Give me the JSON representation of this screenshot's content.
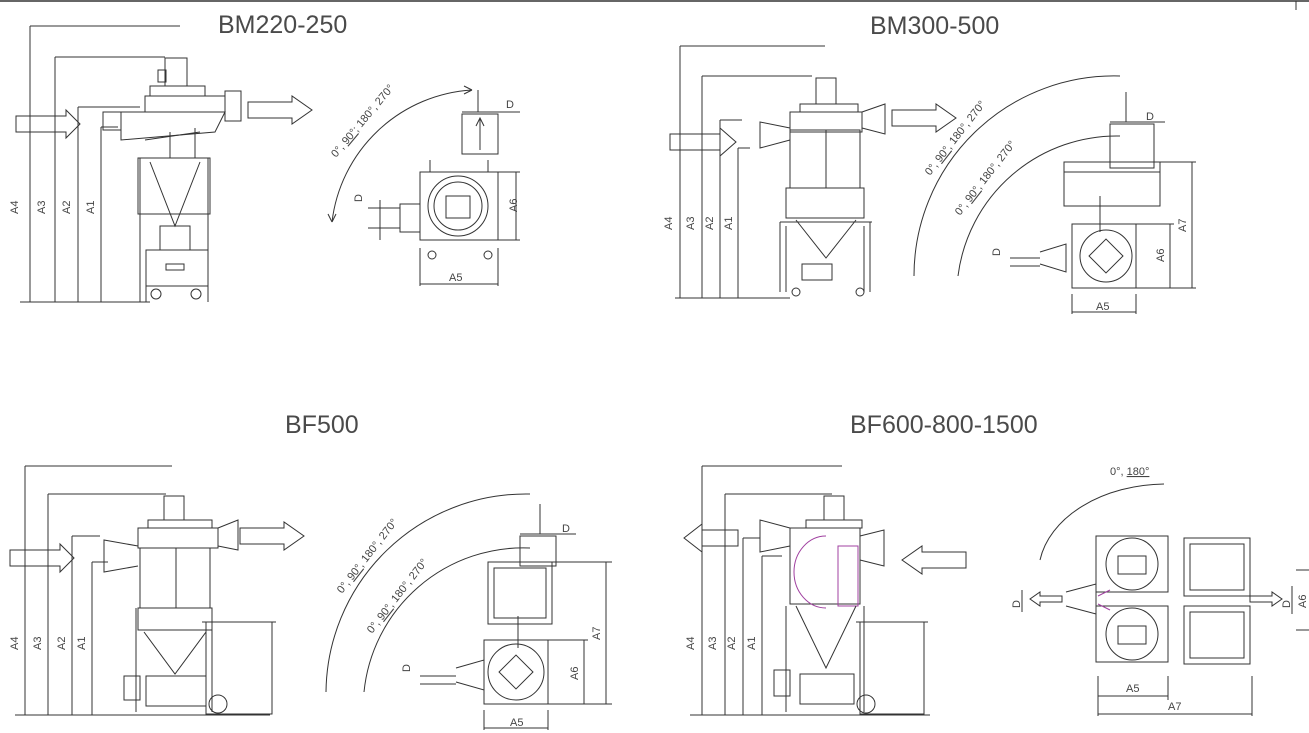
{
  "titles": {
    "bm220": "BM220-250",
    "bm300": "BM300-500",
    "bf500": "BF500",
    "bf600": "BF600-800-1500"
  },
  "dims": {
    "a1": "A1",
    "a2": "A2",
    "a3": "A3",
    "a4": "A4",
    "a5": "A5",
    "a6": "A6",
    "a7": "A7",
    "d": "D"
  },
  "angles": {
    "bm220": [
      "0°, ",
      "90°",
      "; 180°, 270°"
    ],
    "bm300_outer": [
      "0°, ",
      "90°",
      ", 180°, 270°"
    ],
    "bm300_inner": [
      "0°, ",
      "90°",
      ", 180°, 270°"
    ],
    "bf500_outer": [
      "0°, ",
      "90°",
      ", 180°, 270°"
    ],
    "bf500_inner": [
      "0°, ",
      "90°",
      ", 180°, 270°"
    ],
    "bf600": [
      "0°, ",
      "180°"
    ]
  },
  "colors": {
    "line": "#333333",
    "accent": "#a040a0"
  }
}
